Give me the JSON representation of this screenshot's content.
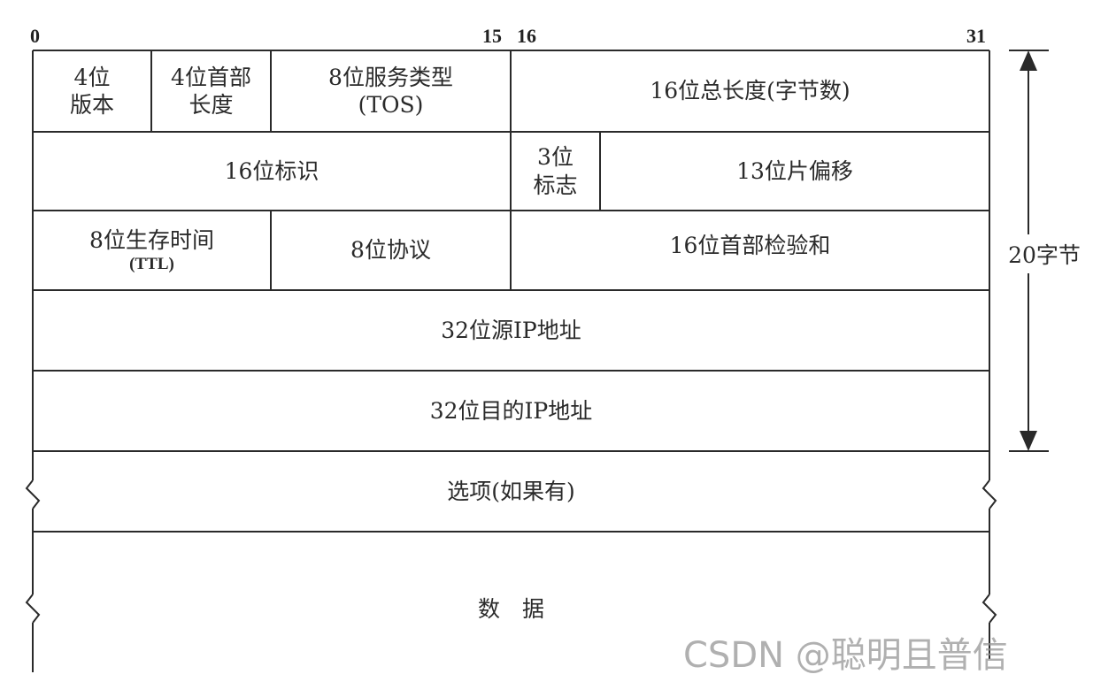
{
  "bit_positions": {
    "start": "0",
    "mid_left": "15",
    "mid_right": "16",
    "end": "31"
  },
  "rows": {
    "row1": {
      "version": {
        "line1": "4位",
        "line2": "版本"
      },
      "header_length": {
        "line1": "4位首部",
        "line2": "长度"
      },
      "tos": {
        "line1": "8位服务类型",
        "line2": "(TOS)"
      },
      "total_length": "16位总长度(字节数)"
    },
    "row2": {
      "identification": "16位标识",
      "flags": {
        "line1": "3位",
        "line2": "标志"
      },
      "fragment_offset": "13位片偏移"
    },
    "row3": {
      "ttl": {
        "line1": "8位生存时间",
        "line2": "(TTL)"
      },
      "protocol": "8位协议",
      "checksum": "16位首部检验和"
    },
    "row4": {
      "source_ip": "32位源IP地址"
    },
    "row5": {
      "dest_ip": "32位目的IP地址"
    },
    "row6": {
      "options": "选项(如果有)"
    },
    "row7": {
      "data": "数　据"
    }
  },
  "header_size_label": "20字节",
  "watermark": "CSDN @聪明且普信"
}
